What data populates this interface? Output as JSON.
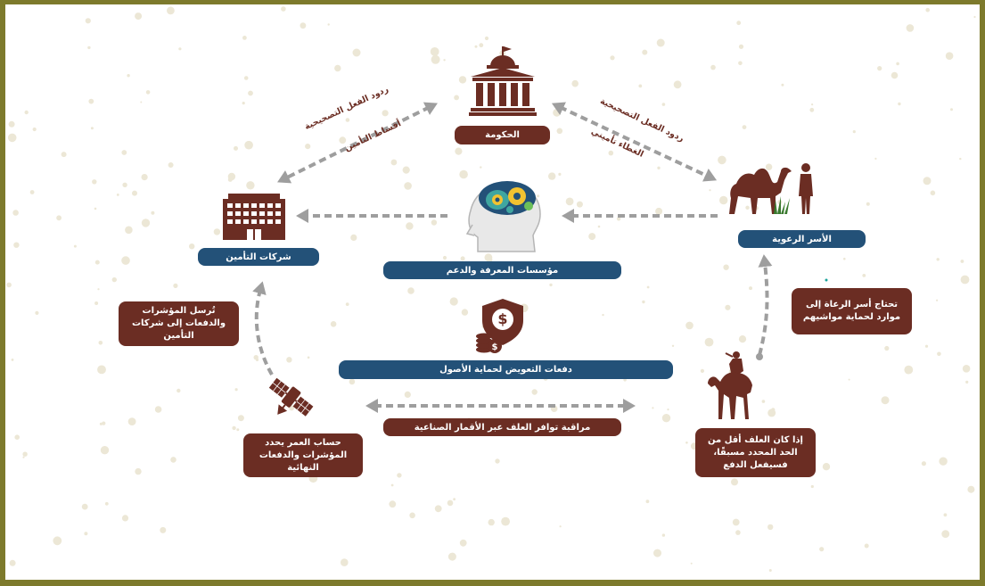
{
  "labels": {
    "government": "الحكومة",
    "insurance_companies": "شركات التأمين",
    "pastoral_households": "الأسر الرعوية",
    "knowledge_institutions": "مؤسسات المعرفة والدعم",
    "compensation_payments": "دفعات التعويض لحماية الأصول",
    "satellite_monitoring": "مراقبة توافر العلف عبر الأقمار الصناعية"
  },
  "boxes": {
    "sends_indicators": "تُرسل المؤشرات والدفعات إلى شركات التأمين",
    "calculation": "حساب العمر يحدد المؤشرات والدفعات النهائية",
    "need_resources": "تحتاج أسر الرعاة إلى موارد لحماية مواشيهم",
    "if_feed_less": "إذا كان العلف أقل من الحد المحدد مسبقًا، فسيفعل الدفع"
  },
  "arrow_labels": {
    "left_upper": "ردود الفعل التصحيحية",
    "left_lower": "أقساط التأمين",
    "right_upper": "ردود الفعل التصحيحية",
    "right_lower": "الغطاء تأميني"
  },
  "colors": {
    "brown": "#6b2d23",
    "blue": "#235178",
    "frame": "#7d7a2c",
    "arrow": "#9e9e9e",
    "dots": "#ece7d6"
  },
  "icons": [
    "government-building-icon",
    "office-building-icon",
    "brain-gears-icon",
    "camel-herder-icon",
    "money-shield-icon",
    "coins-icon",
    "satellite-icon",
    "camel-rider-icon"
  ]
}
